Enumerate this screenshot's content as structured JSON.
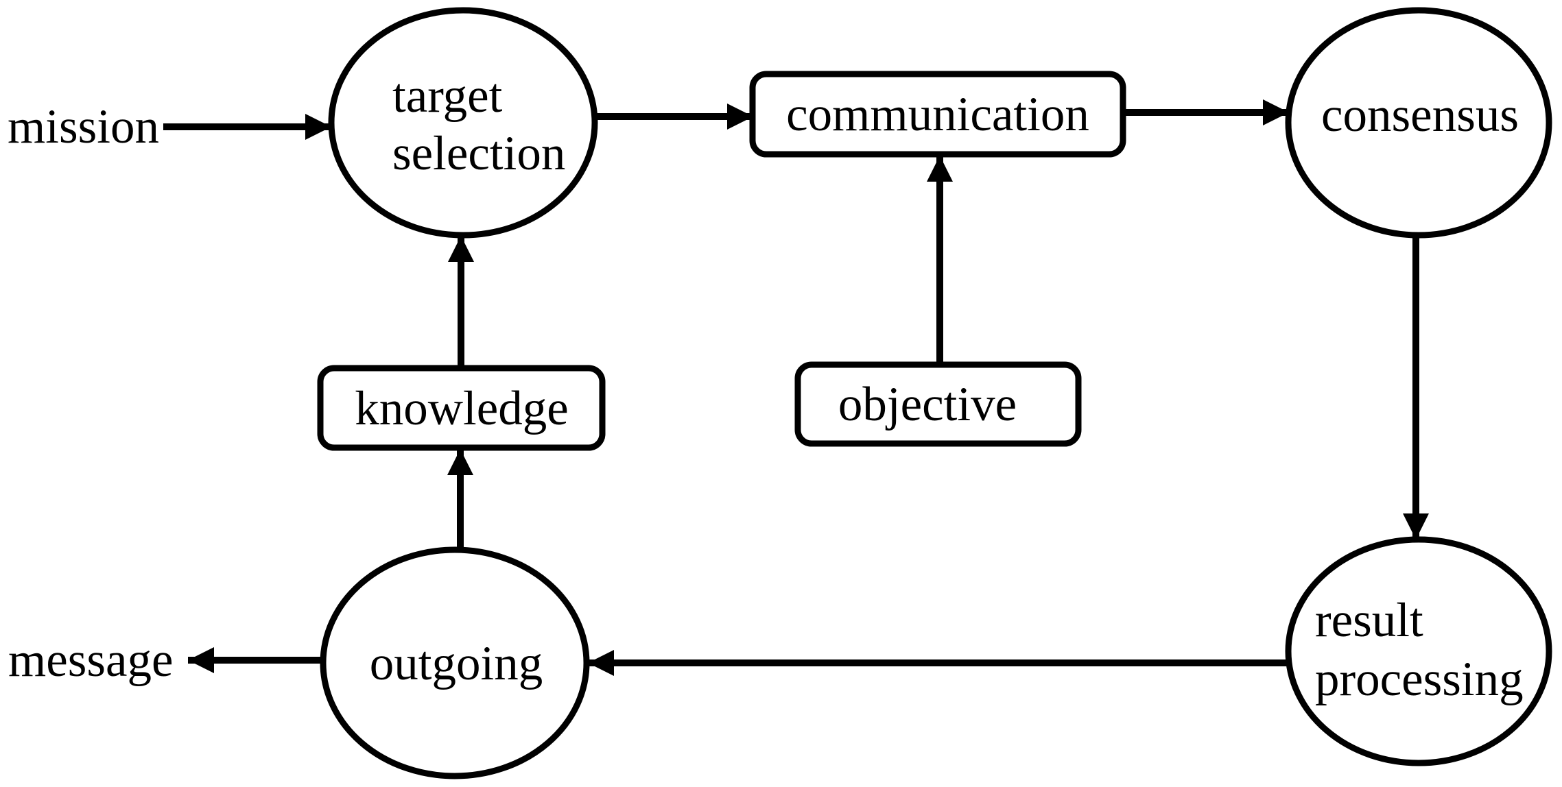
{
  "diagram": {
    "colors": {
      "background": "#ffffff",
      "stroke": "#000000",
      "text": "#000000",
      "node_fill": "#ffffff"
    },
    "nodes": {
      "mission": {
        "label": "mission",
        "shape": "plain-text"
      },
      "target_selection": {
        "line1": "target",
        "line2": "selection",
        "shape": "ellipse"
      },
      "communication": {
        "label": "communication",
        "shape": "rounded-rectangle"
      },
      "consensus": {
        "label": "consensus",
        "shape": "ellipse"
      },
      "objective": {
        "label": "objective",
        "shape": "rounded-rectangle"
      },
      "knowledge": {
        "label": "knowledge",
        "shape": "rounded-rectangle"
      },
      "outgoing": {
        "label": "outgoing",
        "shape": "ellipse"
      },
      "result_processing": {
        "line1": "result",
        "line2": "processing",
        "shape": "ellipse"
      },
      "message": {
        "label": "message",
        "shape": "plain-text"
      }
    },
    "edges": [
      {
        "from": "mission",
        "to": "target_selection"
      },
      {
        "from": "target_selection",
        "to": "communication"
      },
      {
        "from": "communication",
        "to": "consensus"
      },
      {
        "from": "objective",
        "to": "communication"
      },
      {
        "from": "knowledge",
        "to": "target_selection"
      },
      {
        "from": "outgoing",
        "to": "knowledge"
      },
      {
        "from": "consensus",
        "to": "result_processing"
      },
      {
        "from": "result_processing",
        "to": "outgoing"
      },
      {
        "from": "outgoing",
        "to": "message"
      }
    ]
  }
}
